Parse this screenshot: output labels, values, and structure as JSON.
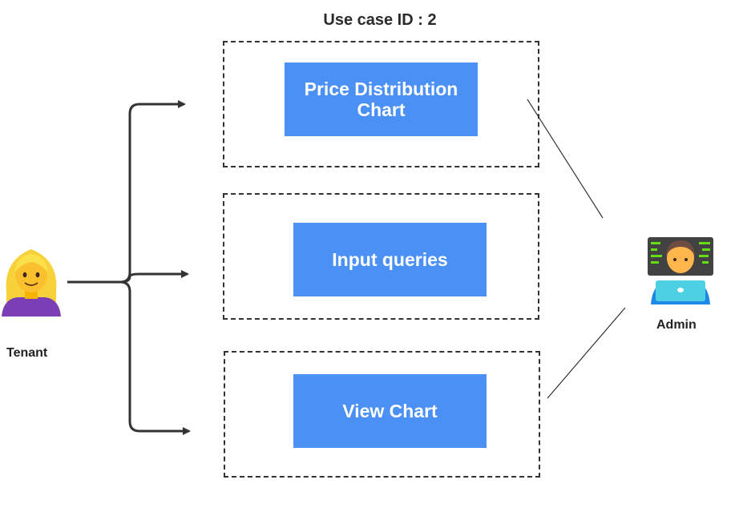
{
  "title": "Use case ID : 2",
  "actors": {
    "tenant": {
      "label": "Tenant",
      "icon": "woman-blonde-icon"
    },
    "admin": {
      "label": "Admin",
      "icon": "man-technologist-icon"
    }
  },
  "use_cases": [
    {
      "label": "Price Distribution Chart"
    },
    {
      "label": "Input queries"
    },
    {
      "label": "View Chart"
    }
  ],
  "colors": {
    "use_case_fill": "#4a90f5",
    "use_case_text": "#ffffff",
    "connector": "#333333"
  }
}
